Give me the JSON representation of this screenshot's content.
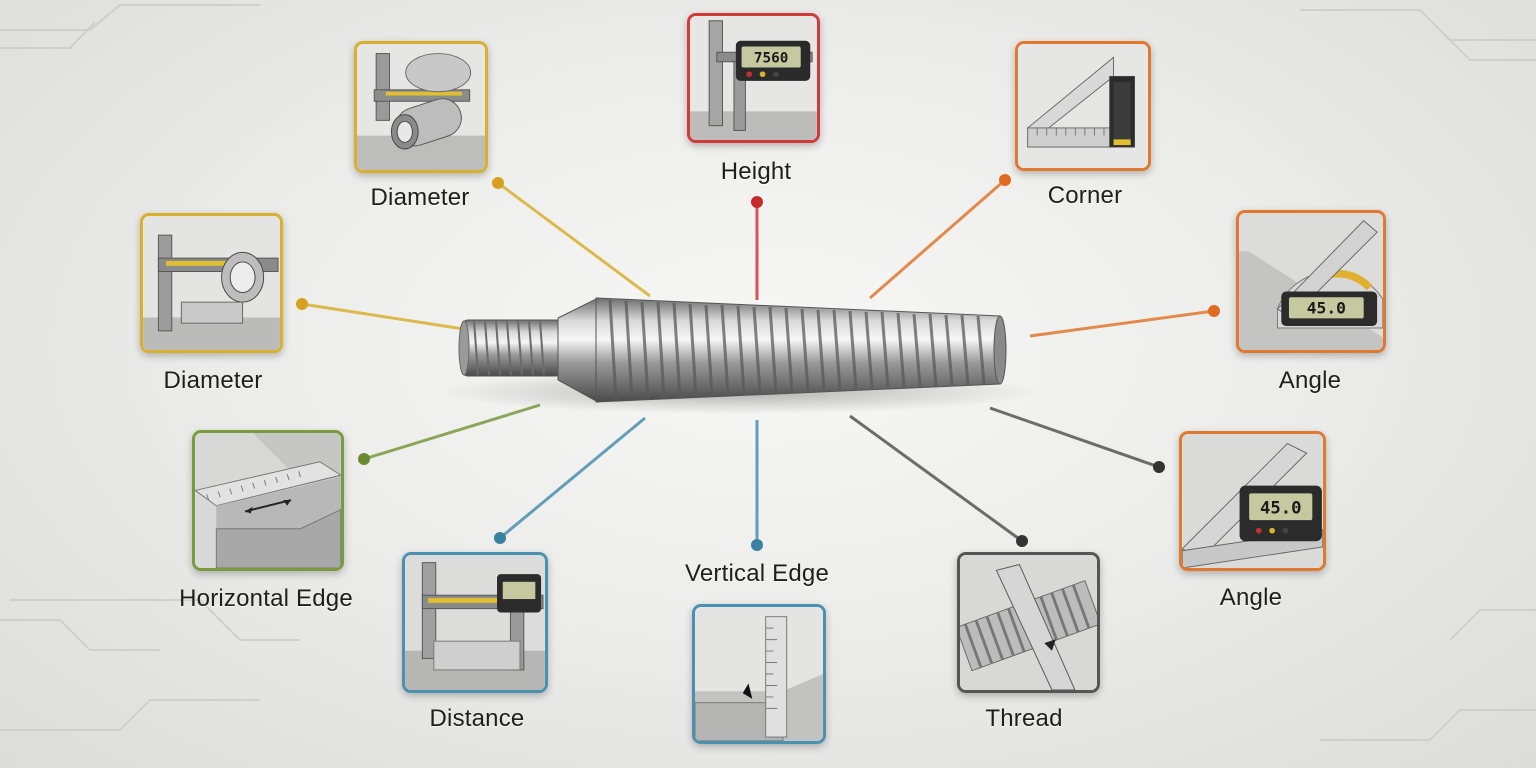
{
  "center_object": {
    "name": "threaded-bolt-icon"
  },
  "nodes": [
    {
      "id": "diameter-top",
      "label": "Diameter",
      "color": "#d8b030",
      "icon": "caliper-cylinder-icon"
    },
    {
      "id": "height",
      "label": "Height",
      "color": "#d23a3a",
      "icon": "digital-caliper-height-icon",
      "readout": "7560"
    },
    {
      "id": "corner",
      "label": "Corner",
      "color": "#e07830",
      "icon": "square-ruler-icon"
    },
    {
      "id": "diameter-left",
      "label": "Diameter",
      "color": "#d8b030",
      "icon": "caliper-ring-icon"
    },
    {
      "id": "angle-top",
      "label": "Angle",
      "color": "#e07830",
      "icon": "protractor-icon",
      "readout": "45.0"
    },
    {
      "id": "horizontal-edge",
      "label": "Horizontal Edge",
      "color": "#7a9a40",
      "icon": "ruler-on-block-icon"
    },
    {
      "id": "distance",
      "label": "Distance",
      "color": "#4a90b0",
      "icon": "caliper-distance-icon"
    },
    {
      "id": "vertical-edge",
      "label": "Vertical Edge",
      "color": "#4a90b0",
      "icon": "vertical-ruler-icon"
    },
    {
      "id": "thread",
      "label": "Thread",
      "color": "#444444",
      "icon": "thread-gauge-icon"
    },
    {
      "id": "angle-bottom",
      "label": "Angle",
      "color": "#e07830",
      "icon": "digital-angle-gauge-icon",
      "readout": "45.0"
    }
  ]
}
